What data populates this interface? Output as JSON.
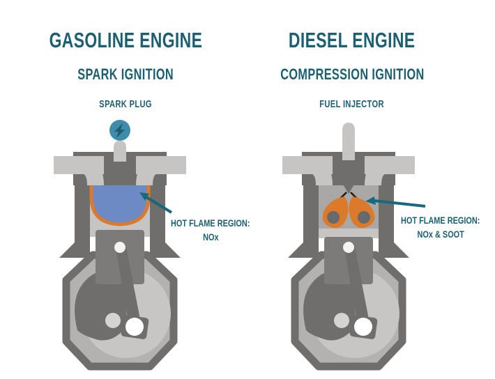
{
  "diagram": {
    "left": {
      "title": "GASOLINE ENGINE",
      "subtitle": "SPARK IGNITION",
      "component_label": "SPARK PLUG",
      "flame_label": {
        "line1": "HOT FLAME REGION:",
        "line2": "NOx"
      }
    },
    "right": {
      "title": "DIESEL ENGINE",
      "subtitle": "COMPRESSION IGNITION",
      "component_label": "FUEL INJECTOR",
      "flame_label": {
        "line1": "HOT FLAME REGION:",
        "line2": "NOx & SOOT"
      }
    },
    "colors": {
      "heading_teal": "#1a5f72",
      "arrow_teal": "#17697c",
      "flame_blue": "#6e8ac4",
      "flame_orange": "#dc7a2c",
      "spray_inner_gray": "#67696b",
      "spark_icon_blue": "#3e8cab",
      "spark_bolt_dark": "#235a6e",
      "engine_gray_dark": "#6f6e6c",
      "engine_gray_light": "#c6c5c3",
      "piston_gray": "#7c7b79",
      "crankcase_fill": "#b3b2b0",
      "flywheel_gray": "#c7c6c4",
      "chamber_gray": "#a9a8a6"
    }
  }
}
